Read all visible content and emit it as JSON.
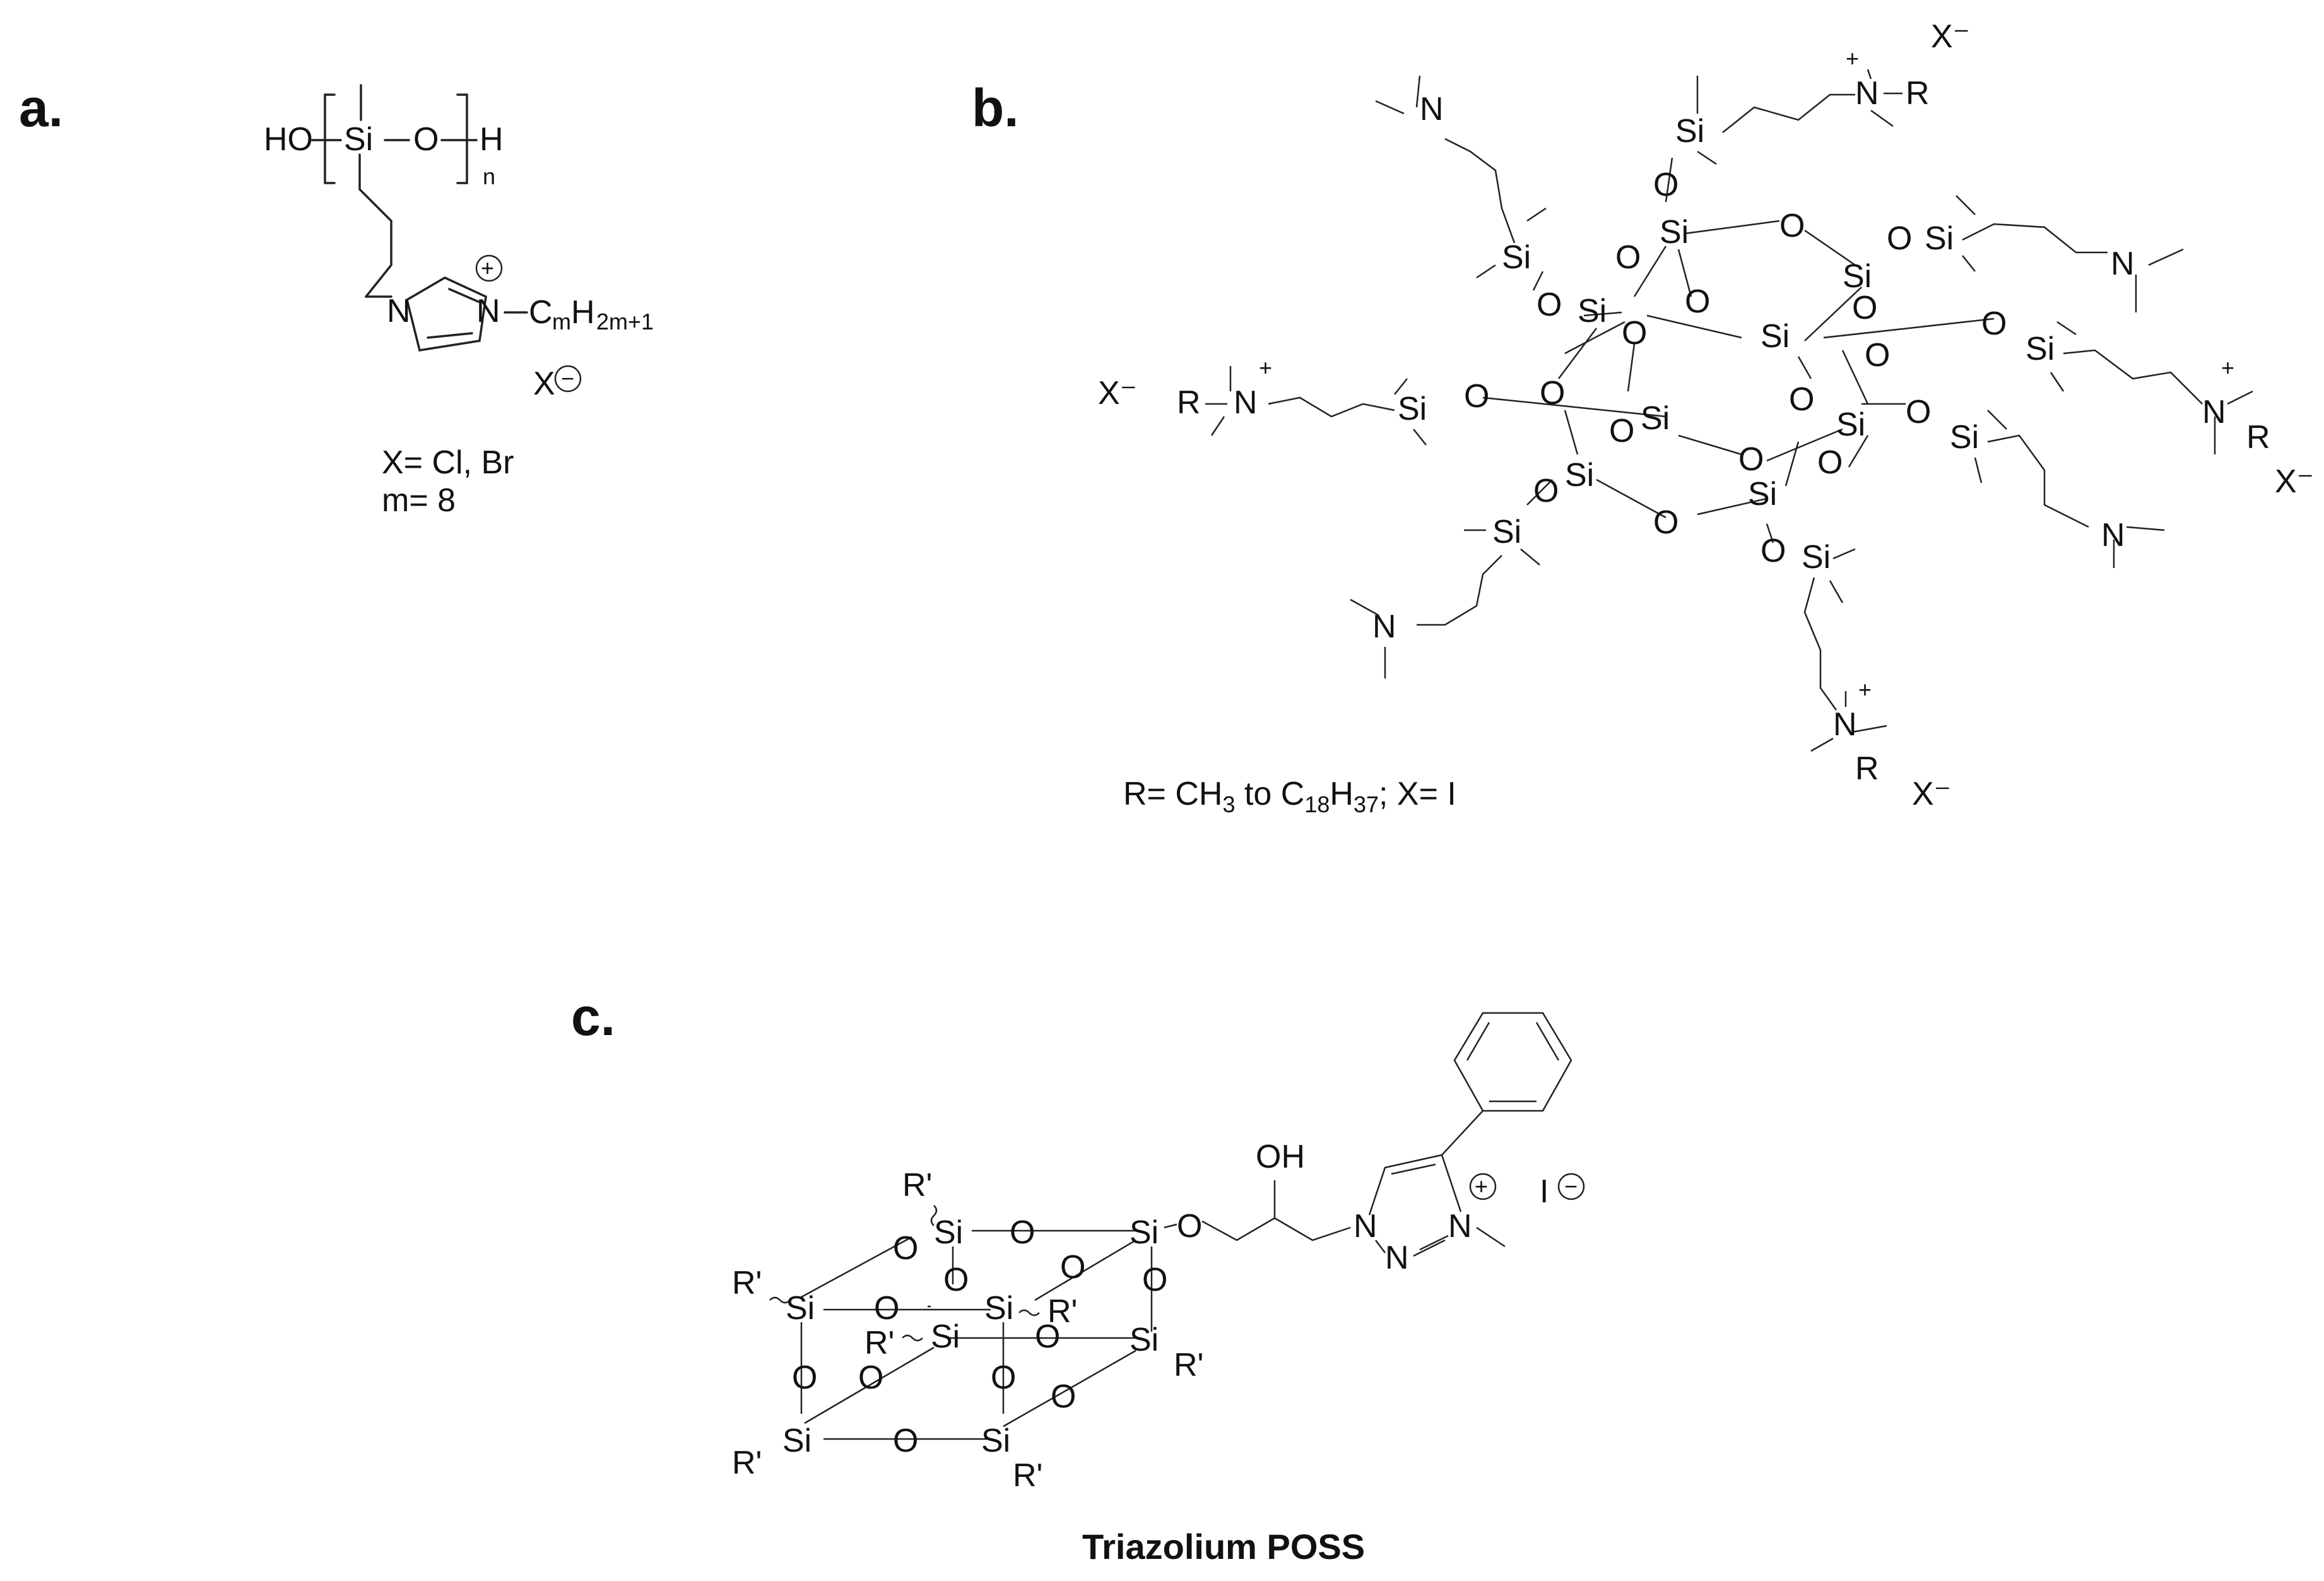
{
  "panels": {
    "a": {
      "label": "a.",
      "formula": {
        "ho": "HO",
        "si": "Si",
        "o": "O",
        "h": "H",
        "n": "n"
      },
      "ring": {
        "n1": "N",
        "n3": "N",
        "chain": "C",
        "m_sub": "m",
        "h": "H",
        "m_sub2": "2m+1",
        "plus": "+",
        "anion": "X",
        "minus": "−"
      },
      "notes": [
        "X= Cl, Br",
        "m= 8"
      ]
    },
    "b": {
      "label": "b.",
      "atoms": {
        "si": "Si",
        "o": "O",
        "n": "N",
        "r": "R",
        "plus": "+",
        "anion": "X⁻"
      },
      "note": {
        "text1": "R= CH",
        "sub1": "3",
        "text2": " to C",
        "sub2": "18",
        "text3": "H",
        "sub3": "37",
        "text4": "; X= I"
      }
    },
    "c": {
      "label": "c.",
      "atoms": {
        "si": "Si",
        "o": "O",
        "rp": "R'",
        "oh": "OH",
        "n": "N",
        "plus": "+",
        "iodide": "I",
        "minus": "−"
      },
      "caption": "Triazolium POSS"
    }
  },
  "colors": {
    "ink": "#111111",
    "background": "#ffffff"
  }
}
